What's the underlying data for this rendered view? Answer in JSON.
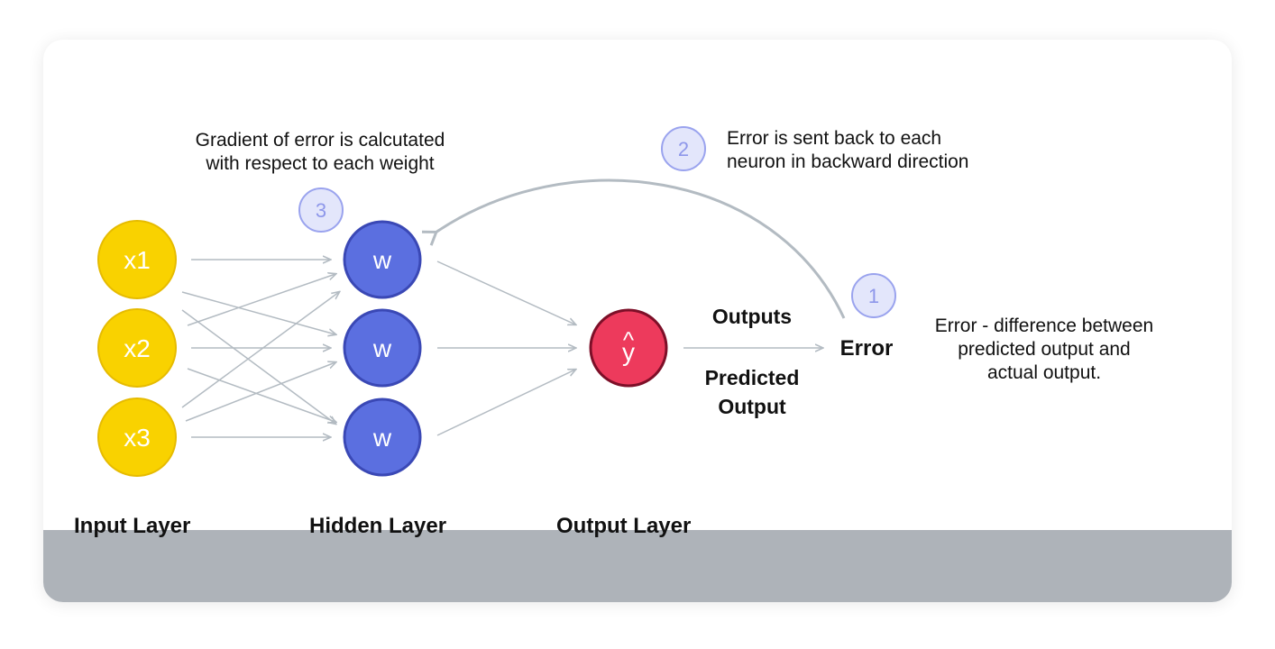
{
  "annotations": {
    "gradient_line1": "Gradient of error is calcutated",
    "gradient_line2": "with respect to each weight",
    "backprop_line1": "Error is sent back to each",
    "backprop_line2": "neuron in backward direction",
    "error_def_line1": "Error - difference between",
    "error_def_line2": "predicted output and",
    "error_def_line3": "actual output."
  },
  "steps": {
    "step1": "1",
    "step2": "2",
    "step3": "3"
  },
  "inputs": [
    "x1",
    "x2",
    "x3"
  ],
  "hidden": [
    "w",
    "w",
    "w"
  ],
  "output": {
    "symbol": "y",
    "hat": "^"
  },
  "labels": {
    "outputs": "Outputs",
    "predicted_line1": "Predicted",
    "predicted_line2": "Output",
    "error": "Error"
  },
  "layers": {
    "input": "Input Layer",
    "hidden": "Hidden Layer",
    "output": "Output Layer"
  },
  "colors": {
    "input_node": "#f9d200",
    "input_border": "#e6bb00",
    "hidden_node": "#5b6fe0",
    "hidden_border": "#3a48b5",
    "output_node": "#ed3a5c",
    "output_border": "#7d0f28",
    "badge_fill": "#e3e6fb",
    "badge_border": "#9aa3ee",
    "arrow": "#b3bbc2",
    "layer_bar": "#aeb3b9"
  },
  "icons": {
    "arrowhead": "arrowhead-icon"
  }
}
